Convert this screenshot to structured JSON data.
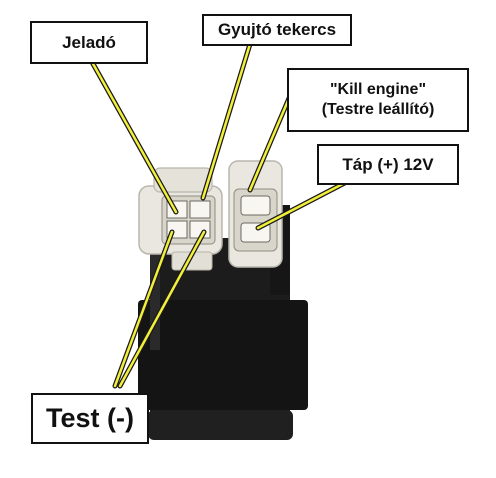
{
  "labels": {
    "jelado": "Jeladó",
    "gyujto_tekercs": "Gyujtó tekercs",
    "kill_engine_line1": "\"Kill engine\"",
    "kill_engine_line2": "(Testre leállító)",
    "tap": "Táp (+) 12V",
    "test": "Test (-)"
  },
  "colors": {
    "pointer_line": "#f2ef3a",
    "pointer_outline": "#1a1a1a",
    "module_body": "#1c1c1c",
    "connector": "#e9e7df"
  }
}
